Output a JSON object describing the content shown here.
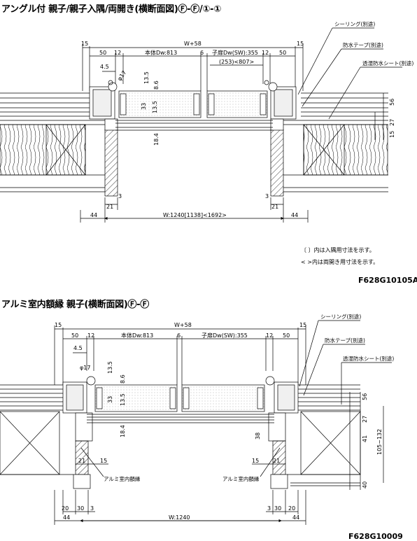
{
  "diagram1": {
    "title": "アングル付 親子/親子入隅/両開き(横断面図)Ⓕ-Ⓕ/①-①",
    "dims_top": {
      "d15_left": "15",
      "d15_right": "15",
      "total": "W+58",
      "d50_left": "50",
      "d12_left": "12",
      "body": "本体Dw:813",
      "d6": "6",
      "child": "子扉Dw(SW):355",
      "d12_right": "12",
      "d50_right": "50",
      "alt": "(253)<807>",
      "d4_5": "4.5",
      "dia17": "φ17"
    },
    "dims_vertical": {
      "d13_5a": "13.5",
      "d8_6": "8.6",
      "d33": "33",
      "d13_5b": "13.5",
      "d18_4": "18.4",
      "d56": "56",
      "d27": "27",
      "d15": "15"
    },
    "dims_bottom": {
      "d3_left": "3",
      "d21_left": "21",
      "d3_right": "3",
      "d21_right": "21",
      "d44_left": "44",
      "width": "W:1240[1138]<1692>",
      "d44_right": "44"
    },
    "callouts": [
      "シーリング(別途)",
      "防水テープ(別途)",
      "透湿防水シート(別途)"
    ],
    "notes": [
      "〔 〕内は入隅用寸法を示す。",
      "< >内は両開き用寸法を示す。"
    ],
    "code": "F628G10105A"
  },
  "diagram2": {
    "title": "アルミ室内額縁 親子(横断面図)Ⓕ-Ⓕ",
    "dims_top": {
      "d15_left": "15",
      "d15_right": "15",
      "total": "W+58",
      "d50_left": "50",
      "d12_left": "12",
      "body": "本体Dw:813",
      "d6": "6",
      "child": "子扉Dw(SW):355",
      "d12_right": "12",
      "d50_right": "50",
      "d4_5": "4.5",
      "dia17": "φ17"
    },
    "dims_vertical": {
      "d13_5a": "13.5",
      "d8_6": "8.6",
      "d33": "33",
      "d13_5b": "13.5",
      "d18_4": "18.4",
      "d38": "38",
      "d56": "56",
      "d27": "27",
      "d41": "41",
      "range": "105~132",
      "d40": "40"
    },
    "dims_bottom": {
      "d21_left": "21",
      "d15_left": "15",
      "d15_right": "15",
      "d21_right": "21",
      "d20": "20",
      "d30_left": "30",
      "d3_left": "3",
      "d3_right": "3",
      "d30_right": "30",
      "d20_right": "20",
      "d44_left": "44",
      "width": "W:1240",
      "d44_right": "44"
    },
    "callouts": [
      "シーリング(別途)",
      "防水テープ(別途)",
      "透湿防水シート(別途)"
    ],
    "frame_label_left": "アルミ室内額縁",
    "frame_label_right": "アルミ室内額縁",
    "code": "F628G10009"
  }
}
